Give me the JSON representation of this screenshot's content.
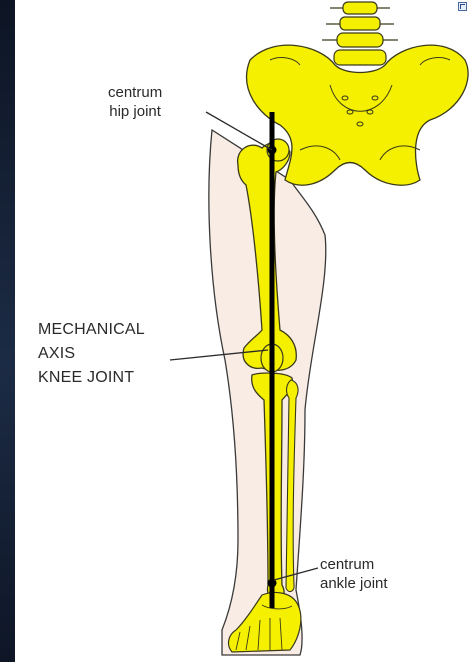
{
  "labels": {
    "hip_line1": "centrum",
    "hip_line2": "hip  joint",
    "knee_line1": "MECHANICAL",
    "knee_line2": "AXIS",
    "knee_line3": "KNEE  JOINT",
    "ankle_line1": "centrum",
    "ankle_line2": "ankle joint"
  },
  "colors": {
    "bone": "#f5f000",
    "bone_outline": "#3a3a1a",
    "skin": "#f8ece4",
    "skin_outline": "#3a3a3a",
    "axis": "#000000",
    "frame": "#1a2436",
    "panel": "#ffffff"
  },
  "icons": {
    "corner": "restore-window-icon"
  }
}
